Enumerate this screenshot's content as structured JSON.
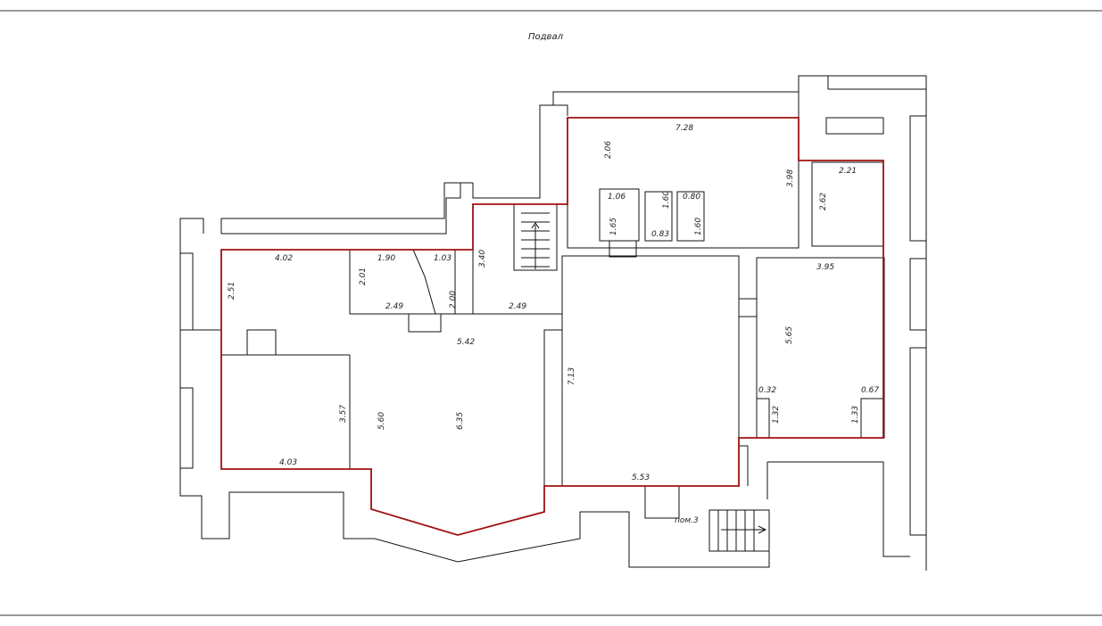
{
  "title": "Подвал",
  "room_label": "пом.3",
  "dimensions": {
    "d_728": "7.28",
    "d_206": "2.06",
    "d_398": "3.98",
    "d_221": "2.21",
    "d_262": "2.62",
    "d_106": "1.06",
    "d_160a": "1.60",
    "d_080": "0.80",
    "d_165": "1.65",
    "d_083": "0.83",
    "d_160b": "1.60",
    "d_402": "4.02",
    "d_190": "1.90",
    "d_103": "1.03",
    "d_340": "3.40",
    "d_251": "2.51",
    "d_201": "2.01",
    "d_249a": "2.49",
    "d_200": "2.00",
    "d_249b": "2.49",
    "d_395": "3.95",
    "d_565": "5.65",
    "d_542": "5.42",
    "d_713": "7.13",
    "d_357": "3.57",
    "d_560": "5.60",
    "d_635": "6.35",
    "d_403": "4.03",
    "d_032": "0.32",
    "d_067": "0.67",
    "d_132": "1.32",
    "d_133": "1.33",
    "d_553": "5.53"
  },
  "colors": {
    "wall": "#111111",
    "highlight": "#a01010",
    "background": "#ffffff"
  }
}
